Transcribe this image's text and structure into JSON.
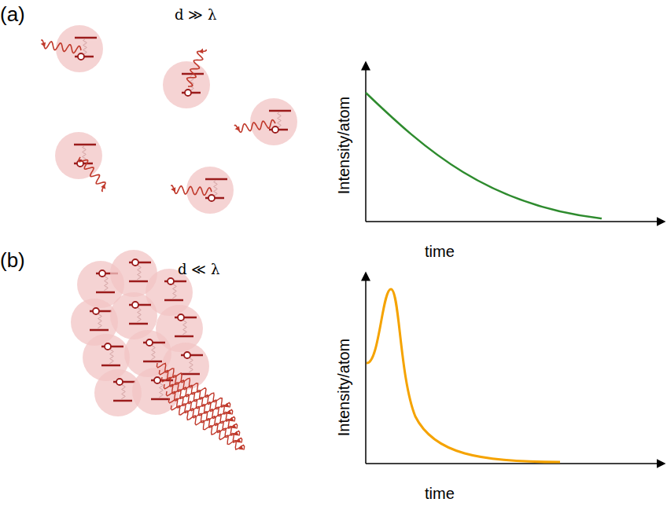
{
  "diagram": {
    "labels": [
      "(a)",
      "d ≫ λ",
      "Intensity/atom",
      "time",
      "(b)",
      "d ≪ λ",
      "Intensity/atom",
      "time"
    ]
  }
}
